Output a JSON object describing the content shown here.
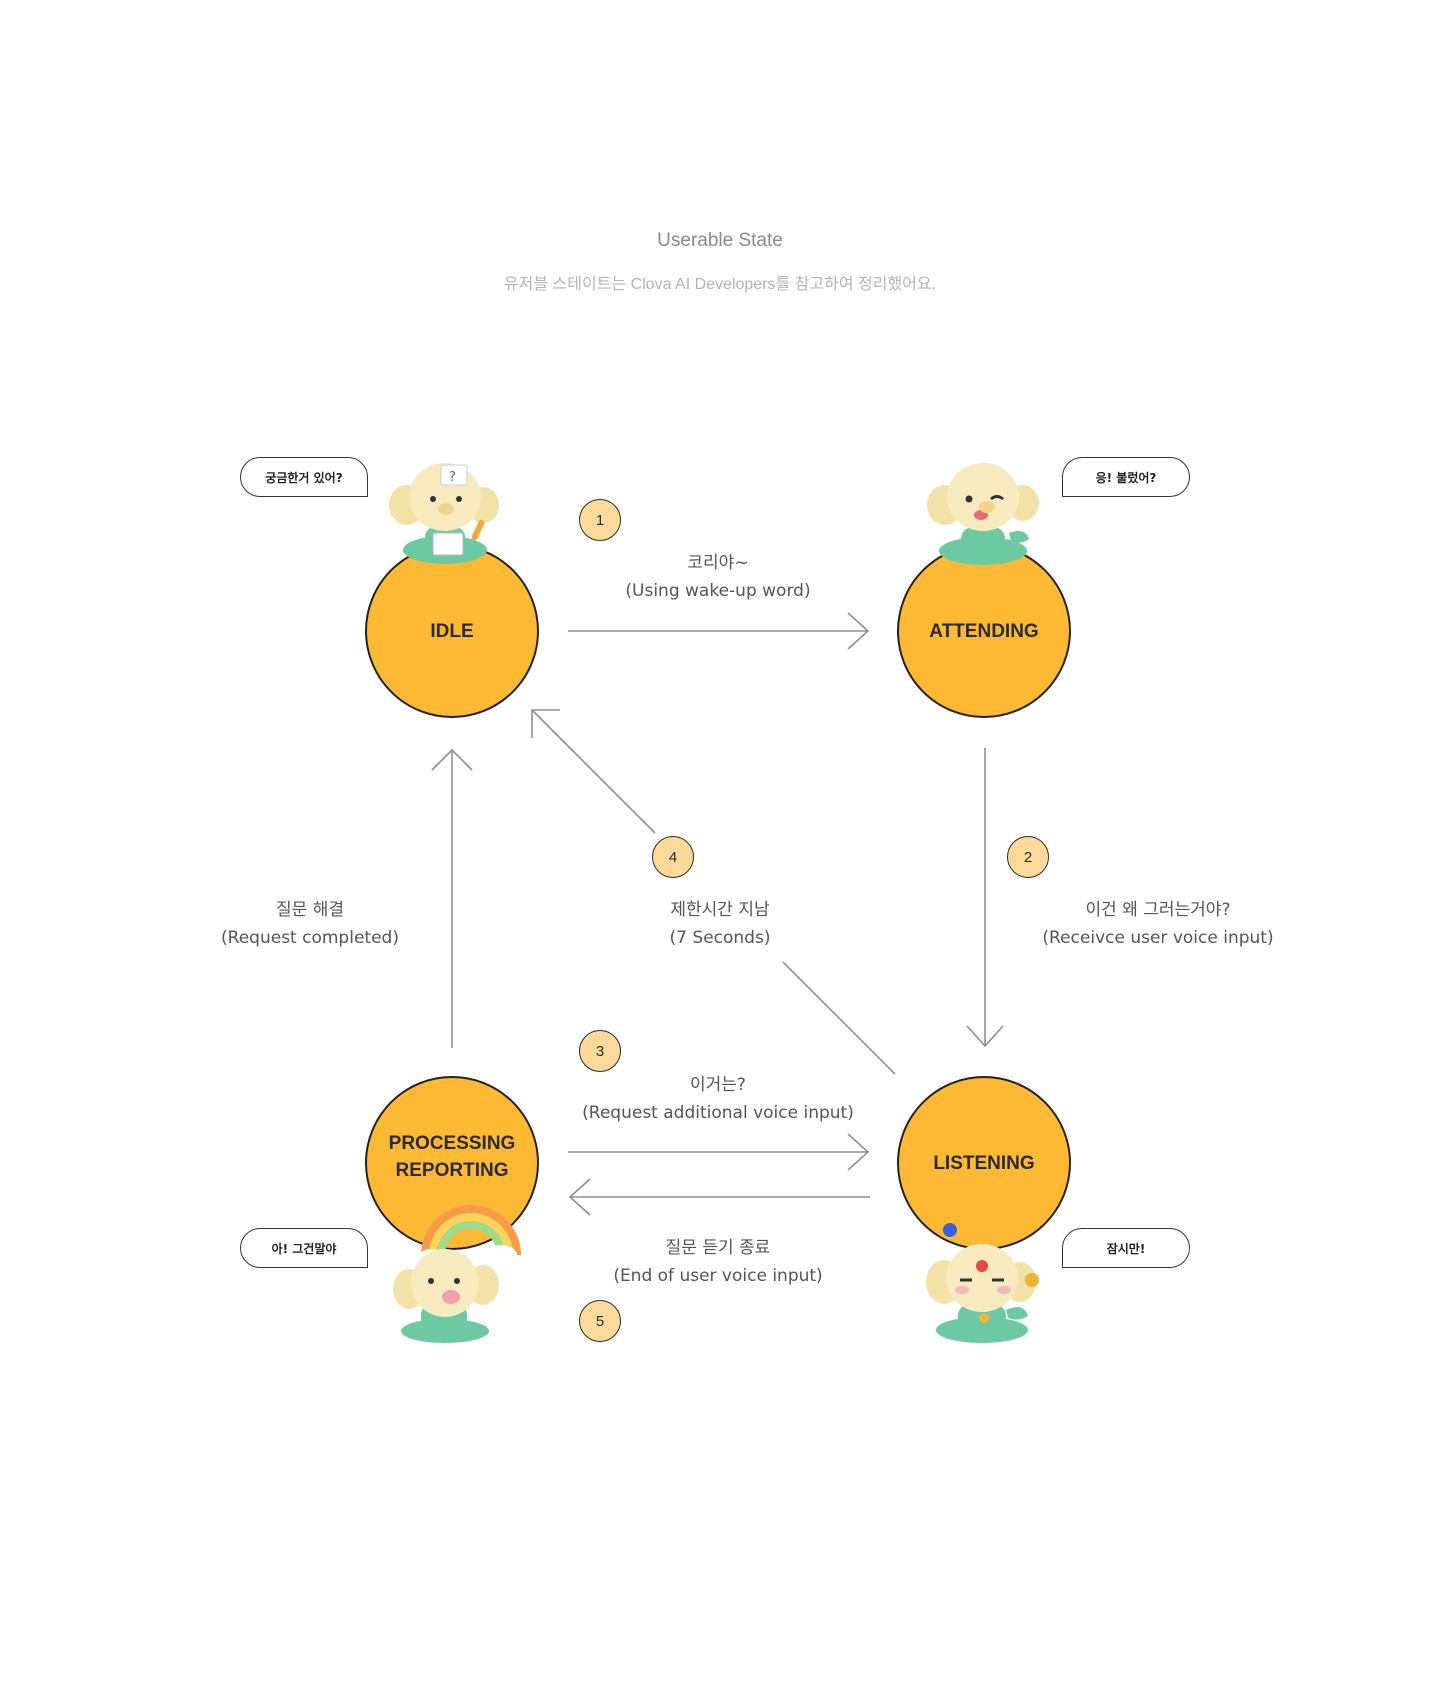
{
  "header": {
    "title": "Userable State",
    "subtitle": "유저블 스테이트는 Clova AI Developers를 참고하여 정리했어요."
  },
  "states": {
    "idle": "IDLE",
    "attending": "ATTENDING",
    "listening": "LISTENING",
    "processing_line1": "PROCESSING",
    "processing_line2": "REPORTING"
  },
  "steps": {
    "s1": "1",
    "s2": "2",
    "s3": "3",
    "s4": "4",
    "s5": "5"
  },
  "transitions": {
    "wake": {
      "kr": "코리야~",
      "en": "(Using wake-up word)"
    },
    "receive": {
      "kr": "이건 왜 그러는거야?",
      "en": "(Receivce user voice input)"
    },
    "additional": {
      "kr": "이거는?",
      "en": "(Request additional voice input)"
    },
    "timeout": {
      "kr": "제한시간 지남",
      "en": "(7 Seconds)"
    },
    "end_input": {
      "kr": "질문 듣기 종료",
      "en": "(End of user voice input)"
    },
    "completed": {
      "kr": "질문 해결",
      "en": "(Request completed)"
    }
  },
  "bubbles": {
    "idle": "궁금한거 있어?",
    "attending": "응! 불렀어?",
    "processing": "아! 그건말야",
    "listening": "잠시만!"
  },
  "colors": {
    "state_fill": "#fdb934",
    "step_fill": "#fdd99a",
    "mascot_head": "#f7eabf",
    "mascot_body": "#6cc9a1"
  }
}
